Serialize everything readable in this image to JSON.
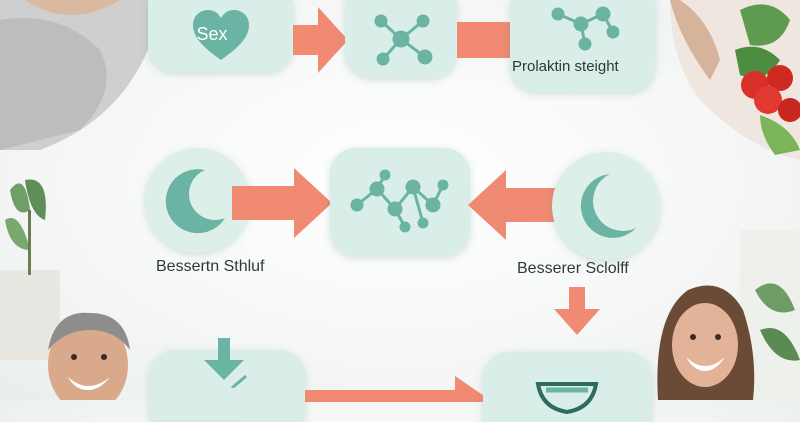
{
  "nodes": {
    "sex": {
      "label": "Sex"
    },
    "prolaktin": {
      "label": "Prolaktin steight"
    },
    "schlaf_left": {
      "label": "Bessertn Sthluf"
    },
    "schlaf_right": {
      "label": "Besserer Sclolff"
    }
  },
  "colors": {
    "node_bg": "#d9eee8",
    "icon": "#6bb3a3",
    "arrow": "#f08a72"
  },
  "icons": [
    "heart-icon",
    "molecule-icon",
    "moon-icon",
    "bowl-icon",
    "down-arrow-icon"
  ]
}
